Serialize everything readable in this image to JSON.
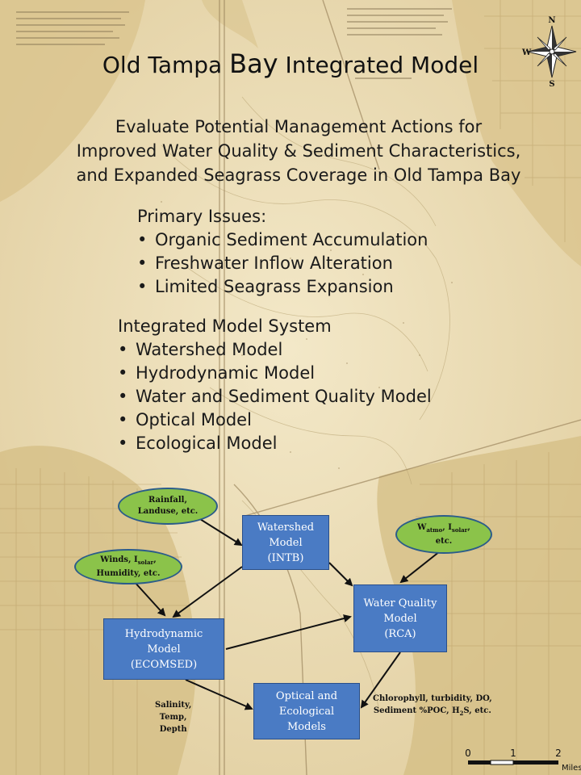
{
  "title": {
    "prefix": "Old Tampa ",
    "emphasis": "Bay",
    "suffix": " Integrated Model"
  },
  "subtitle": [
    "Evaluate Potential Management Actions for",
    "Improved Water Quality & Sediment Characteristics,",
    "and Expanded Seagrass Coverage in Old Tampa Bay"
  ],
  "issues": {
    "heading": "Primary Issues:",
    "items": [
      "Organic Sediment Accumulation",
      "Freshwater Inflow Alteration",
      "Limited Seagrass Expansion"
    ]
  },
  "system": {
    "heading": "Integrated Model System",
    "items": [
      "Watershed Model",
      "Hydrodynamic Model",
      "Water and Sediment Quality Model",
      "Optical Model",
      "Ecological Model"
    ]
  },
  "diagram": {
    "inputs": {
      "rainfall": [
        "Rainfall,",
        "Landuse, etc."
      ],
      "winds": {
        "l1a": "Winds, I",
        "l1sub": "solar",
        "l1b": ",",
        "l2": "Humidity, etc."
      },
      "wq_input": {
        "a": "W",
        "asub": "atmo",
        "b": ", I",
        "bsub": "solar",
        "c": ",",
        "l2": "etc."
      }
    },
    "models": {
      "watershed": [
        "Watershed",
        "Model",
        "(INTB)"
      ],
      "hydrodynamic": [
        "Hydrodynamic",
        "Model",
        "(ECOMSED)"
      ],
      "water_quality": [
        "Water Quality",
        "Model",
        "(RCA)"
      ],
      "optical": [
        "Optical and",
        "Ecological",
        "Models"
      ]
    },
    "outputs": {
      "hydro": [
        "Salinity,",
        "Temp,",
        "Depth"
      ],
      "wq": {
        "l1": "Chlorophyll, turbidity, DO,",
        "l2a": "Sediment %POC, H",
        "l2sub": "2",
        "l2b": "S, etc."
      }
    },
    "colors": {
      "input_fill": "#8bc34a",
      "model_fill": "#4a7bc4",
      "arrow": "#111111"
    }
  },
  "compass": {
    "n": "N",
    "s": "S",
    "w": "W"
  },
  "scale": {
    "ticks": [
      "0",
      "1",
      "2"
    ],
    "unit": "Miles"
  }
}
